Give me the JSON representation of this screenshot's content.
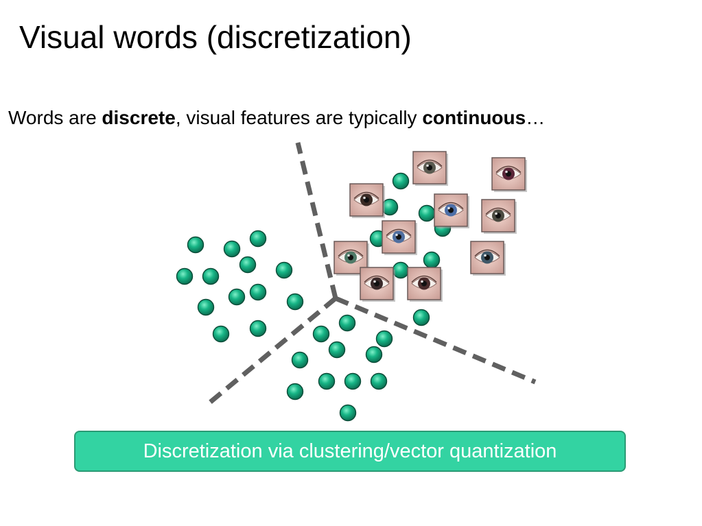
{
  "slide": {
    "title": "Visual words (discretization)",
    "subtitle": {
      "p1": "Words are ",
      "b1": "discrete",
      "p2": ", visual features are typically ",
      "b2": "continuous",
      "p3": "…"
    },
    "caption": "Discretization via clustering/vector quantization"
  },
  "colors": {
    "dot_fill": "#11a67a",
    "dot_stroke": "#0a4a36",
    "divider": "#606060",
    "caption_bg": "#33d3a2"
  },
  "icons": {
    "feature_point": "green-dot-icon",
    "eye_patch": "eye-thumbnail-icon"
  }
}
